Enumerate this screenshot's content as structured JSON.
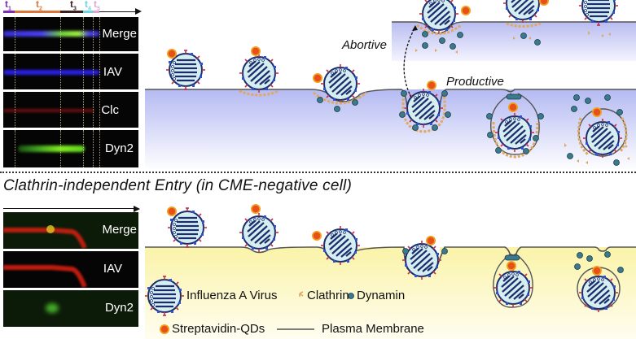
{
  "timeline": {
    "labels": [
      {
        "t": "t",
        "sub": "1",
        "color": "#7b2fb5"
      },
      {
        "t": "t",
        "sub": "2",
        "color": "#d9773a"
      },
      {
        "t": "t",
        "sub": "3",
        "color": "#3a2020"
      },
      {
        "t": "t",
        "sub": "4",
        "color": "#6fd4e0"
      },
      {
        "t": "t",
        "sub": "5",
        "color": "#d9a8d0"
      }
    ]
  },
  "top_panels": [
    {
      "label": "Merge"
    },
    {
      "label": "IAV"
    },
    {
      "label": "Clc"
    },
    {
      "label": "Dyn2"
    }
  ],
  "bottom_panels": [
    {
      "label": "Merge"
    },
    {
      "label": "IAV"
    },
    {
      "label": "Dyn2"
    }
  ],
  "section_title": "Clathrin-independent Entry (in CME-negative cell)",
  "pathway_labels": {
    "abortive": "Abortive",
    "productive": "Productive"
  },
  "legend": {
    "virus": "Influenza A Virus",
    "clathrin": "Clathrin",
    "dynamin": "Dynamin",
    "qds": "Streptavidin-QDs",
    "membrane": "Plasma Membrane"
  },
  "colors": {
    "virus_ring": "#1a2e6e",
    "virus_fill": "#d8eef0",
    "qd": "#e8561a",
    "clathrin": "#e0a860",
    "dynamin": "#3a7a8c",
    "cell_top": "#b8c0f0",
    "cell_bottom": "#faf2b0",
    "membrane": "#555555"
  }
}
